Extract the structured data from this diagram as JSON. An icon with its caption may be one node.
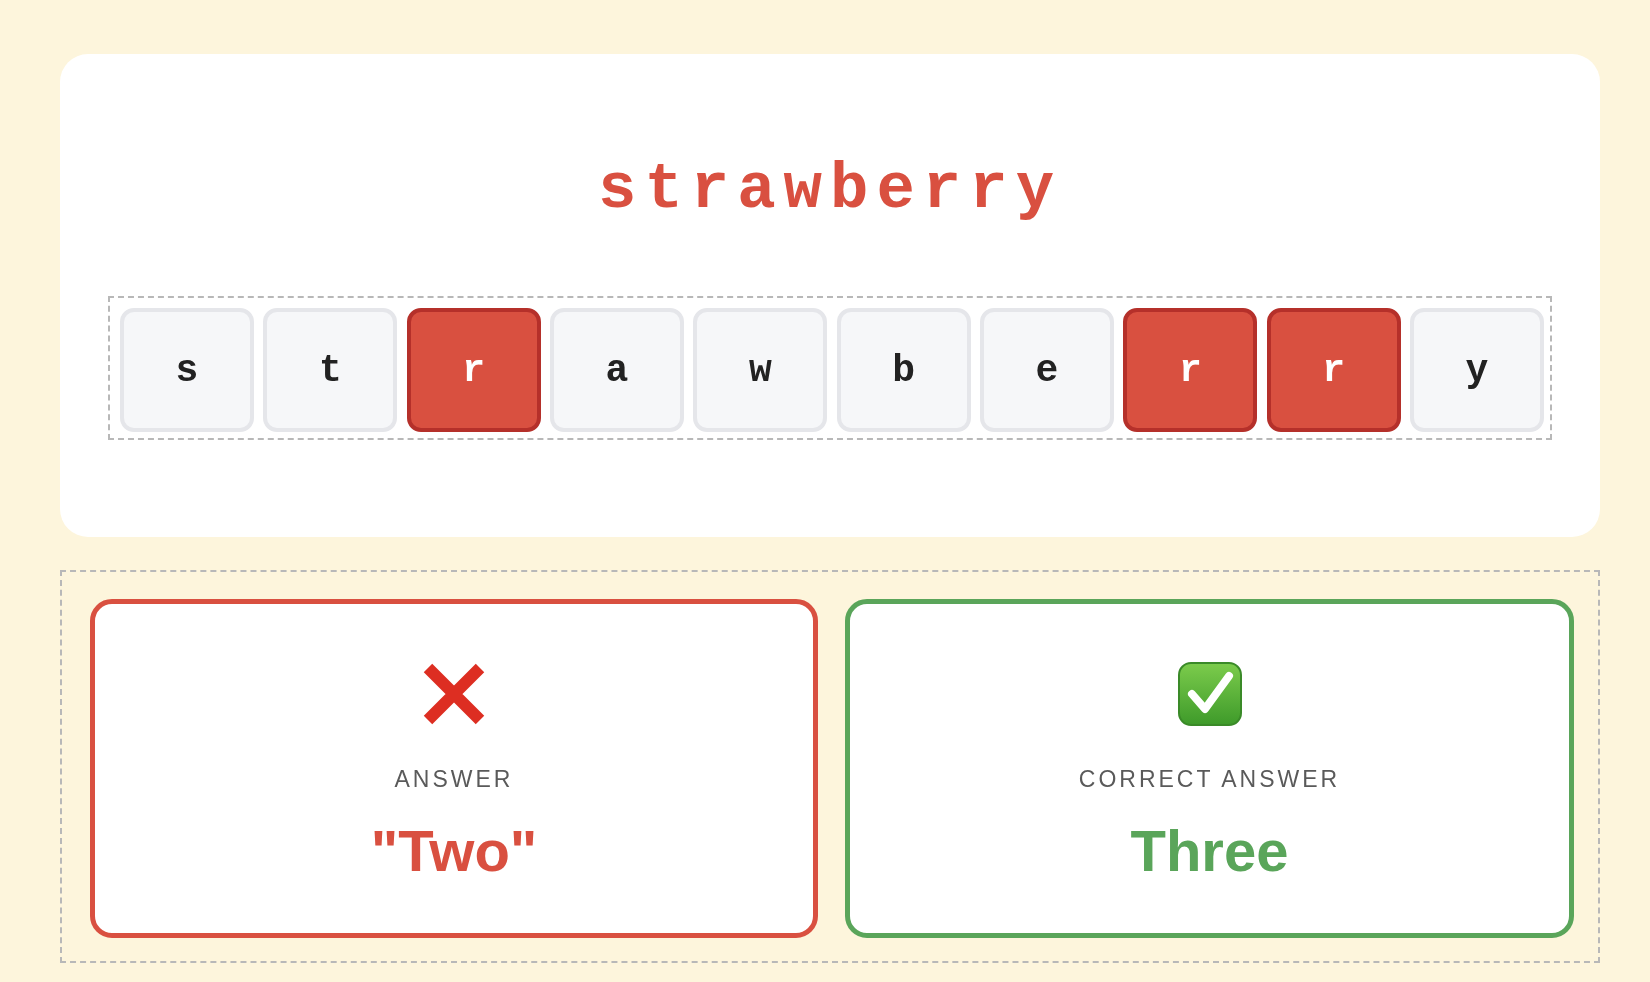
{
  "diagram": {
    "title": "strawberry",
    "nodes": [
      {
        "text": [],
        "shape": "box"
      },
      {
        "text": [],
        "shape": "box",
        "in": 0
      },
      {
        "text": [
          "s"
        ],
        "in": 1
      },
      {
        "text": [
          "t"
        ],
        "in": 1
      },
      {
        "text": [
          "r"
        ],
        "in": 1
      },
      {
        "text": [
          "a"
        ],
        "in": 1
      },
      {
        "text": [
          "w"
        ],
        "in": 1
      },
      {
        "text": [
          "b"
        ],
        "in": 1
      },
      {
        "text": [
          "e"
        ],
        "in": 1
      },
      {
        "text": [
          "r"
        ],
        "in": 1
      },
      {
        "text": [
          "r"
        ],
        "in": 1
      },
      {
        "text": [
          "y"
        ],
        "in": 1
      },
      {
        "text": [],
        "shape": "box"
      },
      {
        "text": [
          "ANSWER",
          "\"Two\""
        ],
        "in": 12
      },
      {
        "text": [
          "CORRECT ANSWER",
          "Three"
        ],
        "in": 12
      }
    ]
  }
}
